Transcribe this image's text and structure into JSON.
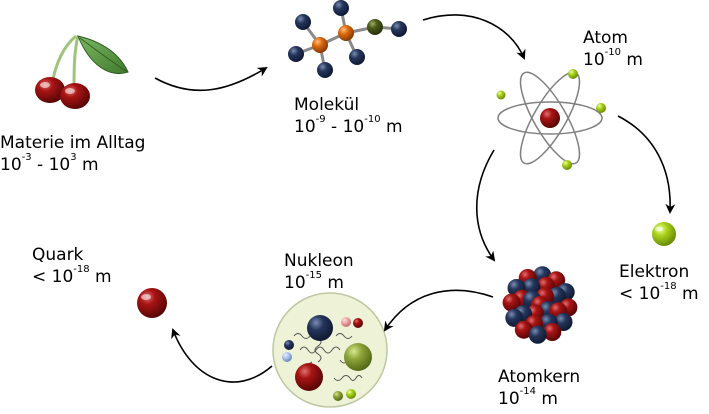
{
  "stages": {
    "matter": {
      "name": "Materie im Alltag",
      "s_base1": "10",
      "s_exp1": "-3",
      "s_sep": " - ",
      "s_base2": "10",
      "s_exp2": "3",
      "s_unit": " m"
    },
    "molecule": {
      "name": "Molekül",
      "s_base1": "10",
      "s_exp1": "-9",
      "s_sep": " - ",
      "s_base2": "10",
      "s_exp2": "-10",
      "s_unit": " m"
    },
    "atom": {
      "name": "Atom",
      "s_base1": "10",
      "s_exp1": "-10",
      "s_unit": " m"
    },
    "electron": {
      "name": "Elektron",
      "s_prefix": "< ",
      "s_base1": "10",
      "s_exp1": "-18",
      "s_unit": " m"
    },
    "nucleus": {
      "name": "Atomkern",
      "s_base1": "10",
      "s_exp1": "-14",
      "s_unit": " m"
    },
    "nucleon": {
      "name": "Nukleon",
      "s_base1": "10",
      "s_exp1": "-15",
      "s_unit": " m"
    },
    "quark": {
      "name": "Quark",
      "s_prefix": "< ",
      "s_base1": "10",
      "s_exp1": "-18",
      "s_unit": " m"
    }
  },
  "colors": {
    "proton": "#8b0a0a",
    "neutron": "#1d2d4f",
    "electron": "#a8d21a",
    "orbit": "#808080",
    "arrow": "#000000",
    "nucleon_bg": "#eef3d8",
    "cherry": "#b3141c",
    "leaf": "#4e8a3a",
    "molecule_orange": "#dc6a10",
    "molecule_olive": "#4a5a1a",
    "molecule_navy": "#1d2d4f"
  }
}
